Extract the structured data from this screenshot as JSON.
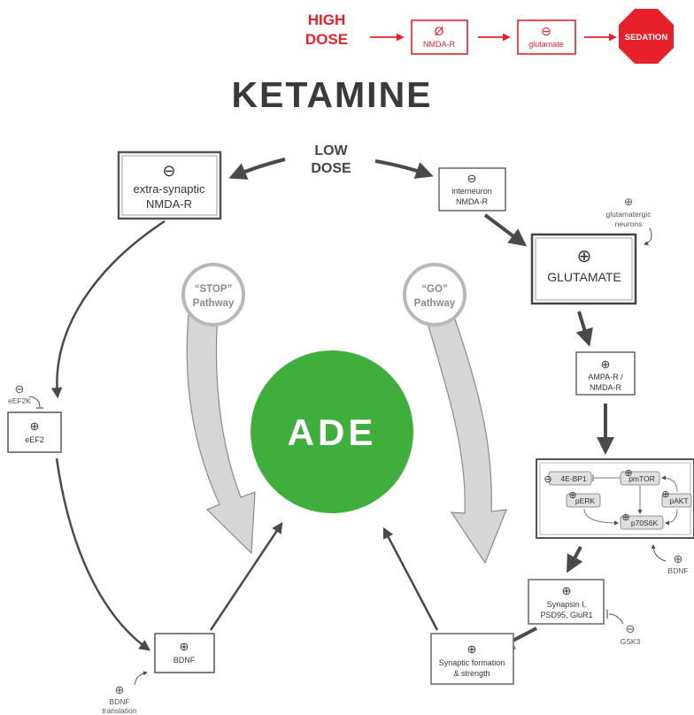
{
  "colors": {
    "red": "#e8202a",
    "green": "#3fae3c",
    "box_border": "#555555",
    "arrow": "#4a4a4a",
    "wide_arrow_fill": "#d6d6d6",
    "text": "#333333"
  },
  "symbols": {
    "plus": "⊕",
    "minus": "⊖",
    "null": "Ø"
  },
  "high_dose": {
    "label_line1": "HIGH",
    "label_line2": "DOSE",
    "nmdar_symbol": "Ø",
    "nmdar_label": "NMDA-R",
    "glutamate_symbol": "⊖",
    "glutamate_label": "glutamate",
    "sedation_label": "SEDATION"
  },
  "title": "KETAMINE",
  "low_dose": {
    "line1": "LOW",
    "line2": "DOSE"
  },
  "center_label": "ADE",
  "stop_pathway": {
    "line1": "“STOP”",
    "line2": "Pathway"
  },
  "go_pathway": {
    "line1": "“GO”",
    "line2": "Pathway"
  },
  "nodes": {
    "extra_synaptic": {
      "symbol": "⊖",
      "line1": "extra-synaptic",
      "line2": "NMDA-R"
    },
    "interneuron": {
      "symbol": "⊖",
      "line1": "interneuron",
      "line2": "NMDA-R"
    },
    "glutamate": {
      "symbol": "⊕",
      "label": "GLUTAMATE"
    },
    "glutamatergic": {
      "symbol": "⊕",
      "line1": "glutamatergic",
      "line2": "neurons"
    },
    "ampa": {
      "symbol": "⊕",
      "line1": "AMPA-R /",
      "line2": "NMDA-R"
    },
    "eef2k": {
      "symbol": "⊖",
      "label": "eEF2K"
    },
    "eef2": {
      "symbol": "⊕",
      "label": "eEF2"
    },
    "bdnf": {
      "symbol": "⊕",
      "label": "BDNF"
    },
    "bdnf_translation": {
      "symbol": "⊕",
      "line1": "BDNF",
      "line2": "translation"
    },
    "signaling": {
      "e4bp1": "4E-BP1",
      "pmtor": "pmTOR",
      "perk": "pERK",
      "pakt": "pAKT",
      "p70s6k": "p70S6K"
    },
    "bdnf_right": {
      "symbol": "⊕",
      "label": "BDNF"
    },
    "synapsin": {
      "symbol": "⊕",
      "line1": "Synapsin I,",
      "line2": "PSD95, GluR1"
    },
    "gsk3": {
      "symbol": "⊖",
      "label": "GSK3"
    },
    "synaptic": {
      "symbol": "⊕",
      "line1": "Synaptic formation",
      "line2": "& strength"
    }
  }
}
